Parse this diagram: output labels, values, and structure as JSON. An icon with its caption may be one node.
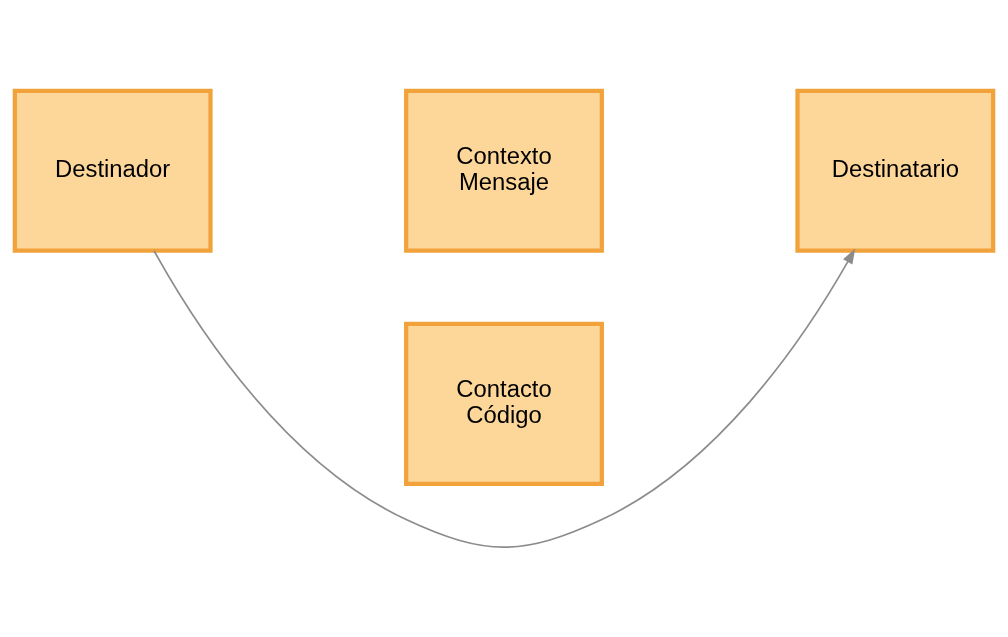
{
  "diagram": {
    "nodes": [
      {
        "text": [
          "Contexto Mensaje"
        ]
      },
      {
        "text": [
          "Destinador"
        ]
      },
      {
        "text": [
          "Destinatario"
        ]
      },
      {
        "text": [
          "Contacto Código"
        ]
      }
    ],
    "edges": [
      {
        "from": 1,
        "to": 2,
        "arrow": "to"
      }
    ]
  }
}
